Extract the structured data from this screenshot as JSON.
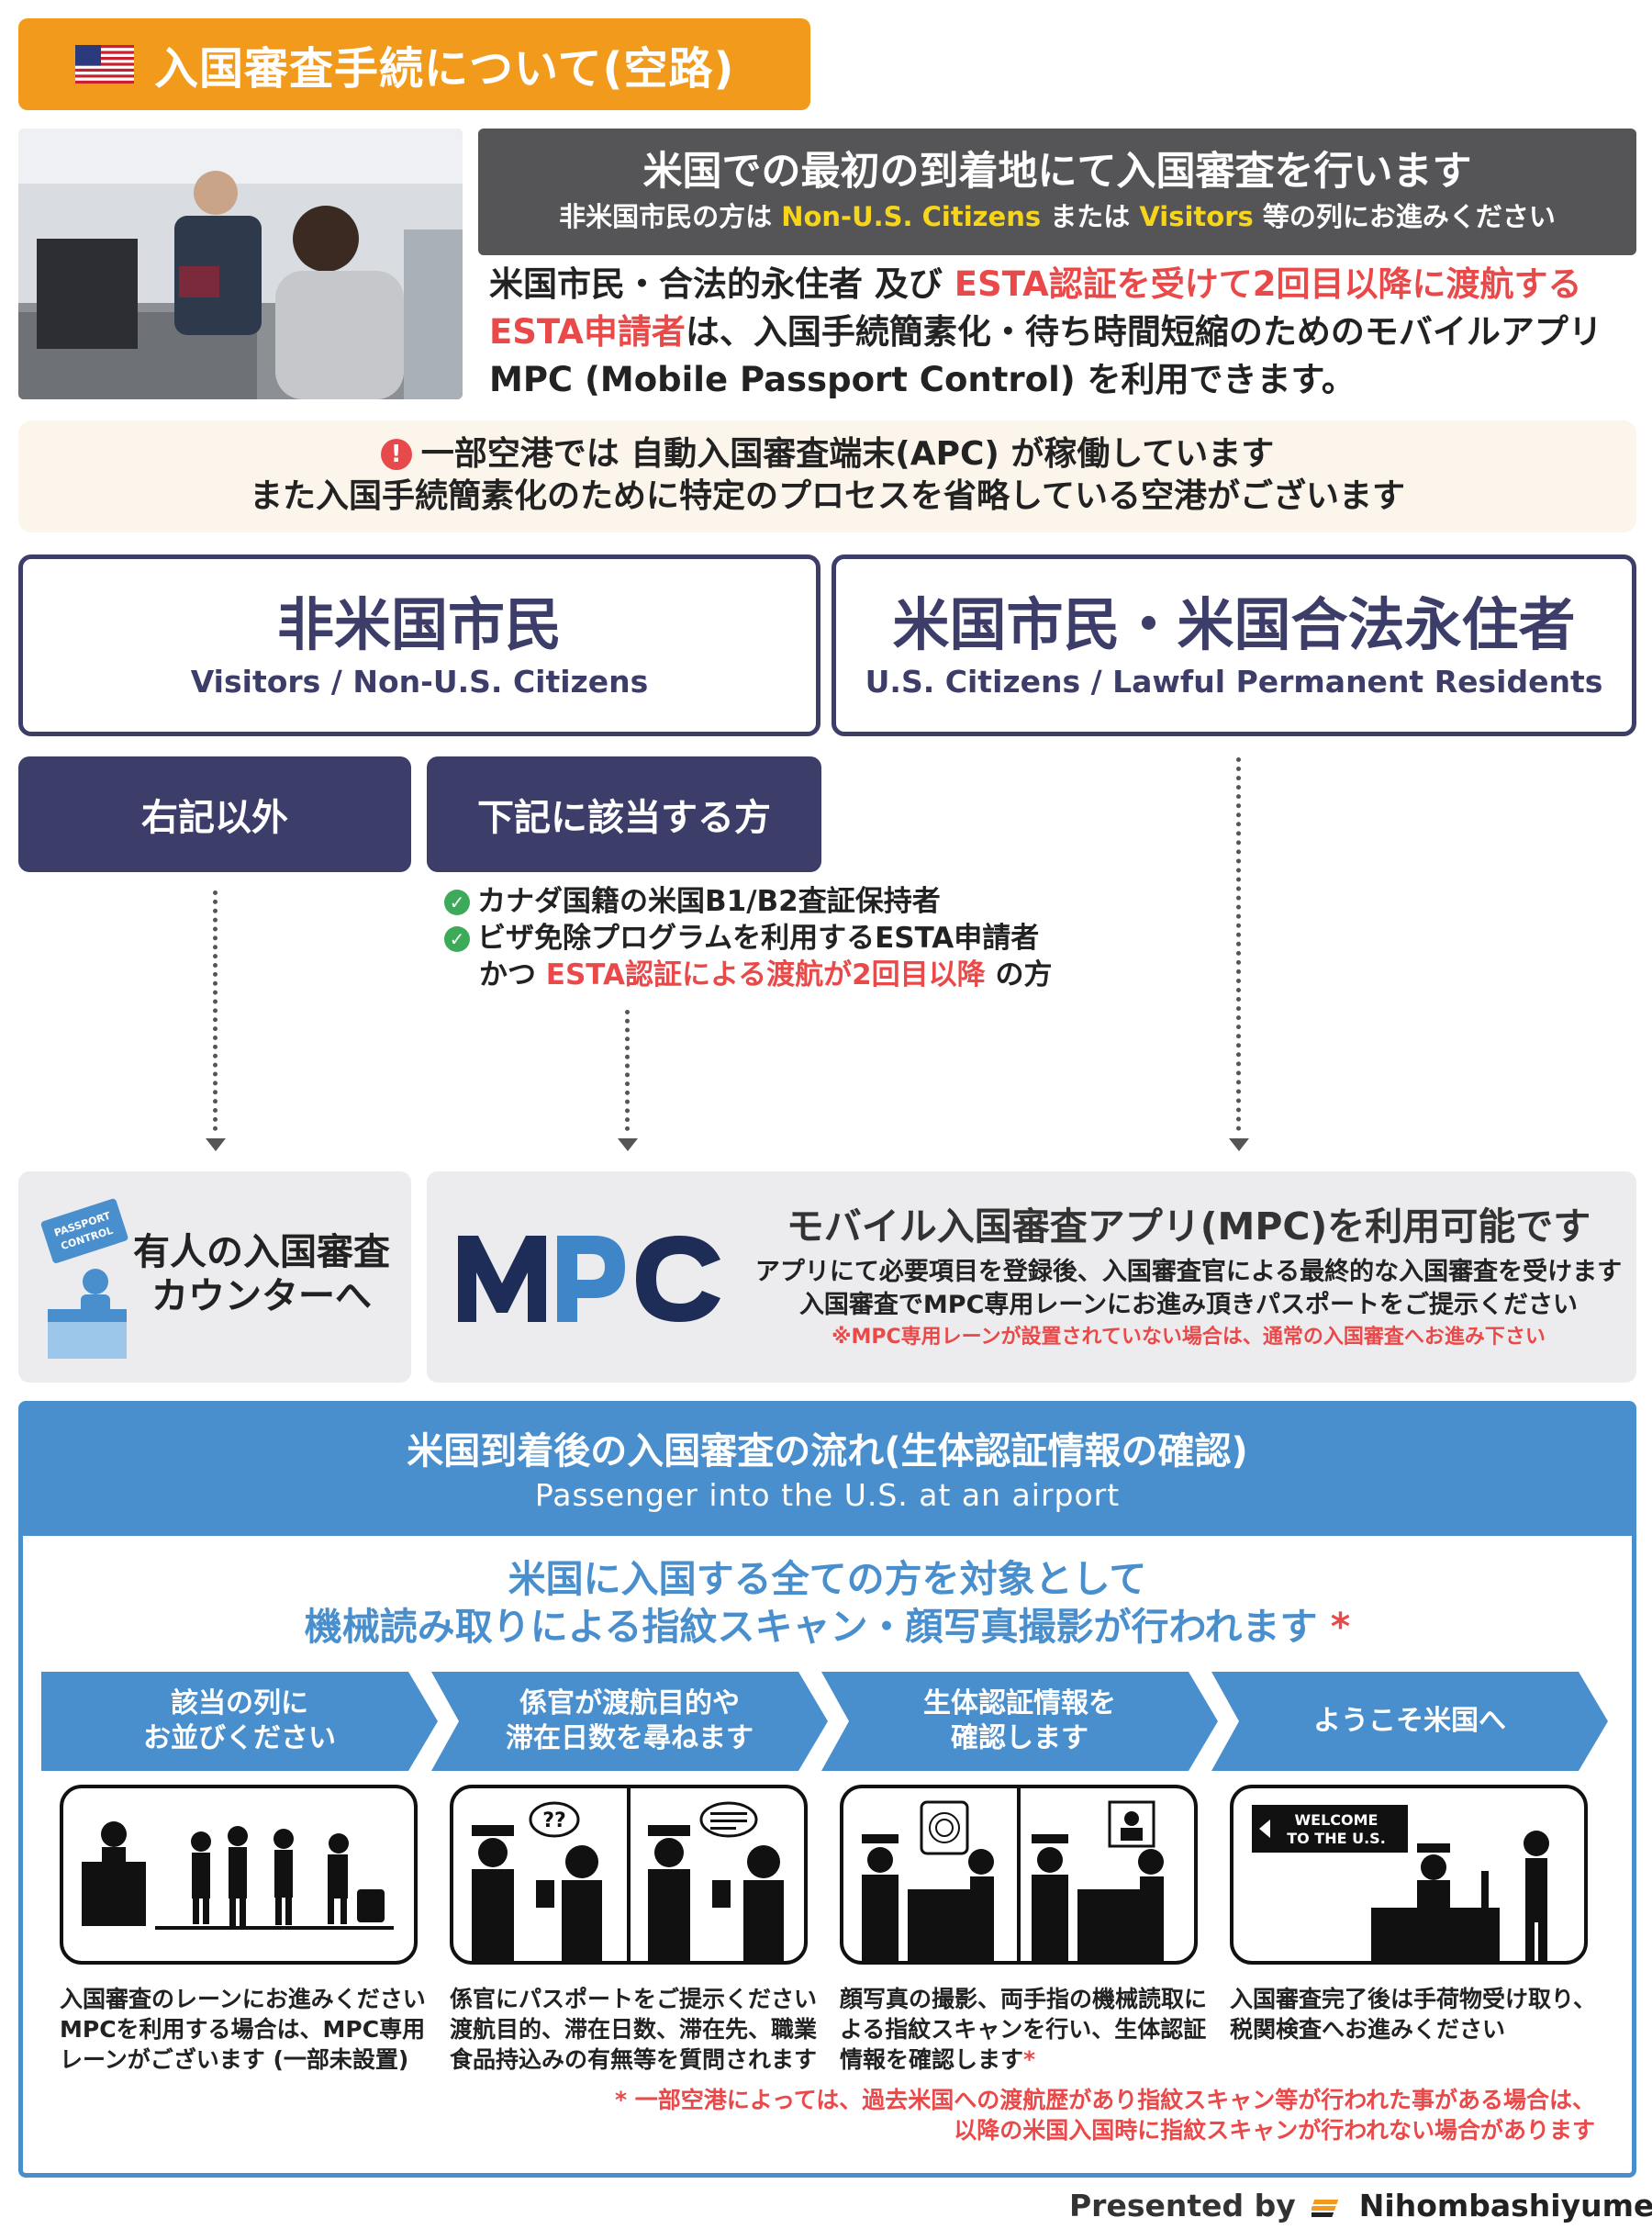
{
  "title": {
    "text": "入国審査手続について(空路)",
    "flag_icon": "us-flag-icon"
  },
  "banner": {
    "main": "米国での最初の到着地にて入国審査を行います",
    "sub_prefix": "非米国市民の方は",
    "sub_hl1": "Non-U.S. Citizens",
    "sub_mid": "または",
    "sub_hl2": "Visitors",
    "sub_suffix": "等の列にお進みください"
  },
  "intro": {
    "part1": "米国市民・合法的永住者 及び",
    "part2_red": "ESTA認証を受けて2回目以降に渡航する",
    "part3_red": "ESTA申請者",
    "part4": "は、入国手続簡素化・待ち時間短縮のためのモバイルアプリ",
    "part5": "MPC (Mobile Passport Control) を利用できます。"
  },
  "notice": {
    "line1": "一部空港では 自動入国審査端末(APC) が稼働しています",
    "line2": "また入国手続簡素化のために特定のプロセスを省略している空港がございます"
  },
  "categories": {
    "visitors": {
      "jp": "非米国市民",
      "en": "Visitors / Non-U.S. Citizens"
    },
    "citizens": {
      "jp": "米国市民・米国合法永住者",
      "en": "U.S. Citizens / Lawful Permanent Residents"
    }
  },
  "sub_buttons": {
    "other": "右記以外",
    "applicable": "下記に該当する方"
  },
  "conditions": {
    "item1": "カナダ国籍の米国B1/B2査証保持者",
    "item2": "ビザ免除プログラムを利用するESTA申請者",
    "item3_prefix": "かつ",
    "item3_red": "ESTA認証による渡航が2回目以降",
    "item3_suffix": "の方"
  },
  "counter_panel": {
    "sign": "PASSPORT CONTROL",
    "line1": "有人の入国審査",
    "line2": "カウンターへ"
  },
  "mpc_panel": {
    "logo_text": "MPC",
    "title": "モバイル入国審査アプリ(MPC)を利用可能です",
    "desc1": "アプリにて必要項目を登録後、入国審査官による最終的な入国審査を受けます",
    "desc2": "入国審査でMPC専用レーンにお進み頂きパスポートをご提示ください",
    "note": "※MPC専用レーンが設置されていない場合は、通常の入国審査へお進み下さい"
  },
  "flow": {
    "header_jp": "米国到着後の入国審査の流れ(生体認証情報の確認)",
    "header_en": "Passenger into the U.S. at an airport",
    "target_line1": "米国に入国する全ての方を対象として",
    "target_line2": "機械読み取りによる指紋スキャン・顔写真撮影が行われます",
    "target_star": "*",
    "steps": [
      {
        "label1": "該当の列に",
        "label2": "お並びください",
        "desc": [
          "入国審査のレーンにお進みください",
          "MPCを利用する場合は、MPC専用",
          "レーンがございます (一部未設置)"
        ]
      },
      {
        "label1": "係官が渡航目的や",
        "label2": "滞在日数を尋ねます",
        "desc": [
          "係官にパスポートをご提示ください",
          "渡航目的、滞在日数、滞在先、職業",
          "食品持込みの有無等を質問されます"
        ]
      },
      {
        "label1": "生体認証情報を",
        "label2": "確認します",
        "desc": [
          "顔写真の撮影、両手指の機械読取に",
          "よる指紋スキャンを行い、生体認証",
          "情報を確認します"
        ]
      },
      {
        "label1": "ようこそ米国へ",
        "label2": "",
        "desc": [
          "入国審査完了後は手荷物受け取り、",
          "税関検査へお進みください",
          ""
        ]
      }
    ],
    "step3_star": "*",
    "welcome_sign": "WELCOME TO THE U.S.",
    "footnote1": "* 一部空港によっては、過去米国への渡航歴があり指紋スキャン等が行われた事がある場合は、",
    "footnote2": "以降の米国入国時に指紋スキャンが行われない場合があります"
  },
  "footer": {
    "presented": "Presented by",
    "brand": "Nihombashiyumeya"
  },
  "colors": {
    "orange": "#f29a1c",
    "navy": "#3d3d6a",
    "blue": "#4a8fcd",
    "red": "#ea4949",
    "yellow": "#f7d51a",
    "green": "#3daa5a"
  }
}
